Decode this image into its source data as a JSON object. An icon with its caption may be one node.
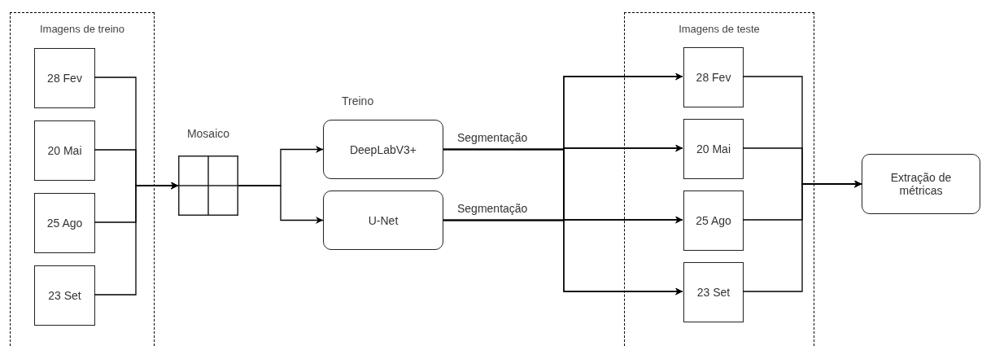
{
  "diagram": {
    "nodes": [
      {
        "text": [
          "Imagens de treino"
        ]
      },
      {
        "text": [
          "28 Fev"
        ],
        "in": 0
      },
      {
        "text": [
          "20 Mai"
        ],
        "in": 0
      },
      {
        "text": [
          "25 Ago"
        ],
        "in": 0
      },
      {
        "text": [
          "23 Set"
        ],
        "in": 0
      },
      {
        "text": [
          "Mosaico"
        ]
      },
      {
        "text": [
          "DeepLabV3+"
        ]
      },
      {
        "text": [
          "U-Net"
        ]
      },
      {
        "text": [
          "Imagens de teste"
        ]
      },
      {
        "text": [
          "28 Fev"
        ],
        "in": 8
      },
      {
        "text": [
          "20 Mai"
        ],
        "in": 8
      },
      {
        "text": [
          "25 Ago"
        ],
        "in": 8
      },
      {
        "text": [
          "23 Set"
        ],
        "in": 8
      },
      {
        "text": [
          "Extração de métricas"
        ]
      }
    ],
    "edges": [
      {
        "from": 1,
        "to": 5,
        "arrow": "to"
      },
      {
        "from": 2,
        "to": 5,
        "arrow": "to"
      },
      {
        "from": 3,
        "to": 5,
        "arrow": "to"
      },
      {
        "from": 4,
        "to": 5,
        "arrow": "to"
      },
      {
        "from": 5,
        "to": 6,
        "arrow": "to"
      },
      {
        "from": 5,
        "to": 7,
        "arrow": "to"
      },
      {
        "from": 6,
        "to": 9,
        "arrow": "to"
      },
      {
        "from": 6,
        "to": 10,
        "arrow": "to",
        "label": "Segmentação"
      },
      {
        "from": 6,
        "to": 11,
        "arrow": "to"
      },
      {
        "from": 6,
        "to": 12,
        "arrow": "to"
      },
      {
        "from": 7,
        "to": 9,
        "arrow": "to"
      },
      {
        "from": 7,
        "to": 10,
        "arrow": "to"
      },
      {
        "from": 7,
        "to": 11,
        "arrow": "to",
        "label": "Segmentação"
      },
      {
        "from": 7,
        "to": 12,
        "arrow": "to"
      },
      {
        "from": 9,
        "to": 13,
        "arrow": "to"
      },
      {
        "from": 10,
        "to": 13,
        "arrow": "to"
      },
      {
        "from": 11,
        "to": 13,
        "arrow": "to"
      },
      {
        "from": 12,
        "to": 13,
        "arrow": "to"
      }
    ],
    "labels": [
      "Treino"
    ]
  }
}
